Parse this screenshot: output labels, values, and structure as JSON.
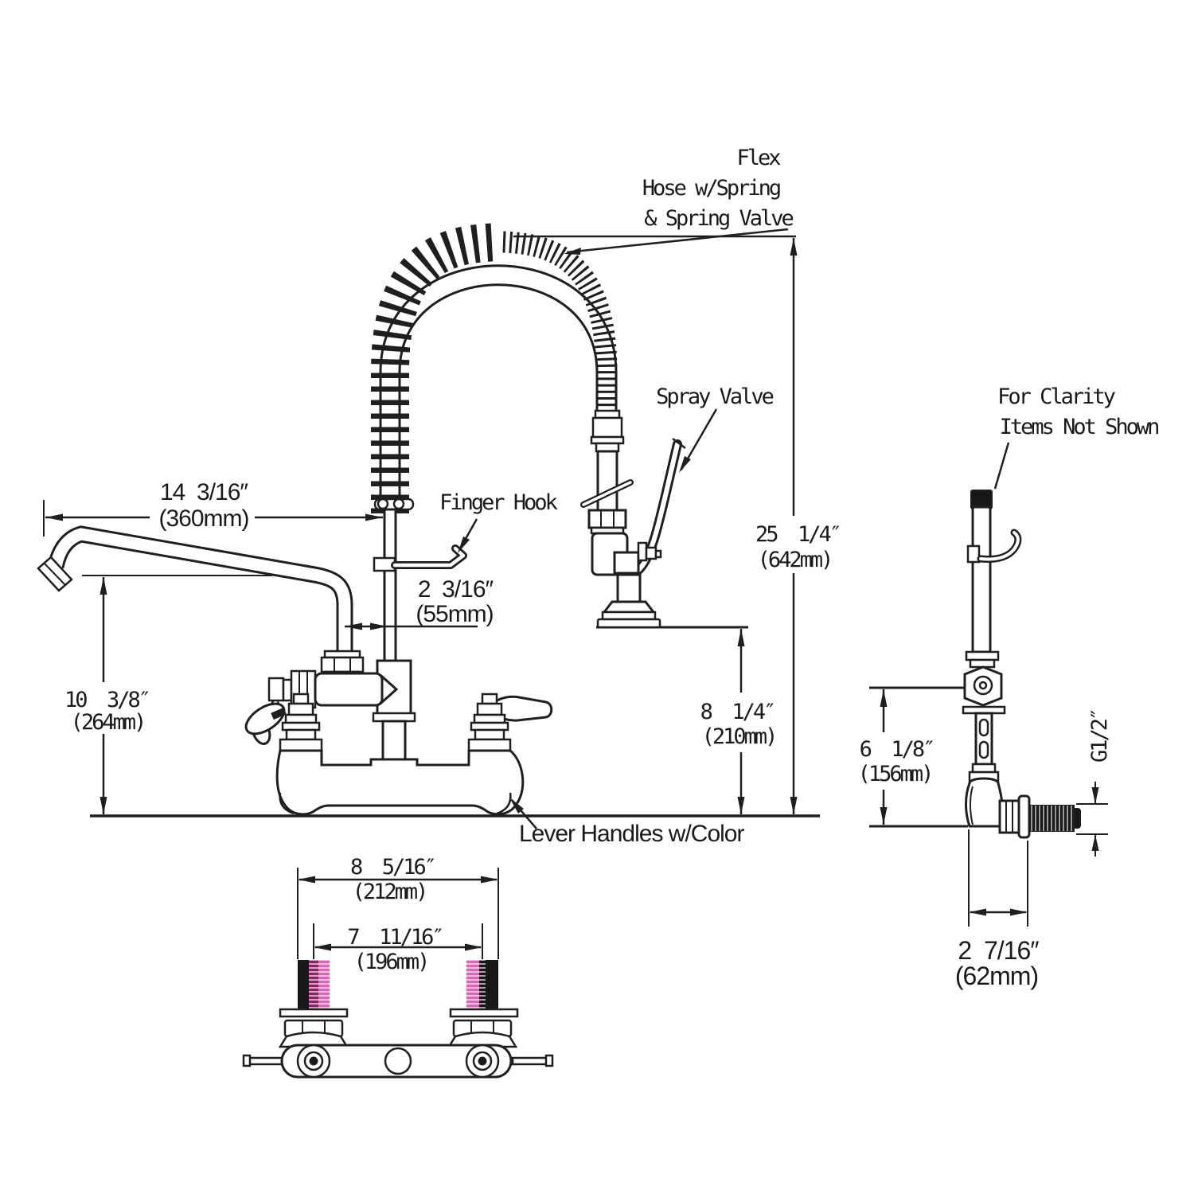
{
  "drawing": {
    "callouts": {
      "flex_hose": [
        "Flex",
        "Hose w/Spring",
        "& Spring Valve"
      ],
      "spray_valve": "Spray Valve",
      "finger_hook": "Finger Hook",
      "lever_handles": "Lever Handles w/Color",
      "clarity_note": [
        "For Clarity",
        "Items Not Shown"
      ]
    },
    "dimensions": {
      "spout_reach": {
        "inches": "14  3/16″",
        "mm": "(360mm)"
      },
      "riser_offset": {
        "inches": "2  3/16″",
        "mm": "(55mm)"
      },
      "spout_height": {
        "inches": "10  3/8″",
        "mm": "(264mm)"
      },
      "overall_height": {
        "inches": "25  1/4″",
        "mm": "(642mm)"
      },
      "spray_face_height": {
        "inches": "8  1/4″",
        "mm": "(210mm)"
      },
      "side_inlet_height": {
        "inches": "6  1/8″",
        "mm": "(156mm)"
      },
      "flange_width": {
        "inches": "8  5/16″",
        "mm": "(212mm)"
      },
      "inlet_centers": {
        "inches": "7  11/16″",
        "mm": "(196mm)"
      },
      "wall_depth": {
        "inches": "2  7/16″",
        "mm": "(62mm)"
      },
      "thread_size": "G1/2″"
    },
    "colors": {
      "thread_pink": "#df64b4",
      "thread_magenta": "#8e2166",
      "thread_black": "#181818"
    }
  }
}
